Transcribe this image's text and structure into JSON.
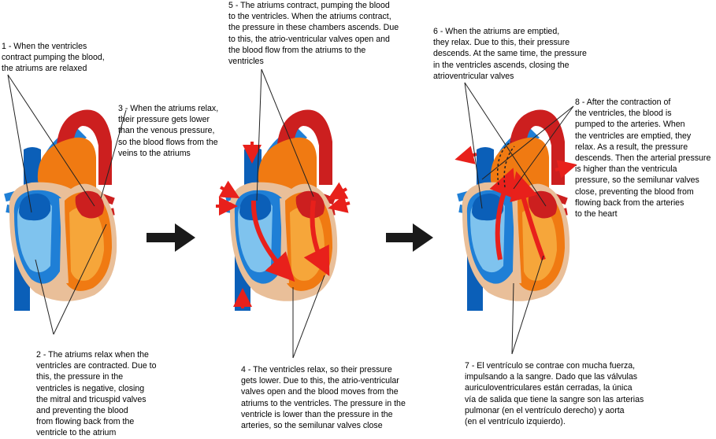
{
  "labels": {
    "l1": "1 - When the ventricles\ncontract pumping the blood,\nthe atriums are relaxed",
    "l2": "2 - The atriums relax when the\nventricles are contracted. Due to\nthis, the pressure in the\nventricles is negative, closing\nthe mitral and tricuspid valves\nand preventing the blood\nfrom flowing back from the\nventricle to the atrium",
    "l3": "3 - When the atriums relax,\ntheir pressure gets lower\nthan the venous pressure,\nso the blood flows from the\nveins to the atriums",
    "l4": "4 - The ventricles relax, so their pressure\ngets lower. Due to this, the atrio-ventricular\nvalves open and the blood moves from the\natriums to the ventricles. The pressure in the\nventricle is lower than the pressure in the\narteries, so the semilunar valves close",
    "l5": "5 - The atriums contract, pumping the blood\nto the ventricles. When the atriums contract,\nthe pressure in these chambers ascends. Due\nto this, the atrio-ventricular valves open and\nthe blood flow from the atriums to the\nventricles",
    "l6": "6 - When the atriums are emptied,\nthey relax. Due to this, their pressure\ndescends. At the same time, the pressure\nin the ventricles ascends, closing the\natrioventricular valves",
    "l7": "7 - El ventrículo se contrae con mucha fuerza,\nimpulsando a la sangre. Dado que las válvulas\nauriculoventriculares están cerradas, la única\nvía de salida que tiene la sangre son las arterias\npulmonar (en el ventrículo derecho) y aorta\n(en el ventrículo izquierdo).",
    "l8": "8 - After the contraction of\nthe ventricles, the blood is\npumped to the arteries. When\nthe ventricles are emptied, they\nrelax. As a result, the pressure\ndescends. Then the arterial pressure\nis higher than the ventricula\npressure, so the semilunar valves\nclose, preventing the blood from\nflowing back from the arteries\nto the heart"
  },
  "colors": {
    "blue_dark": "#0b5fb8",
    "blue_mid": "#1f7fd6",
    "blue_light": "#7fc3ee",
    "red": "#cc1f1f",
    "orange": "#f07a12",
    "orange_light": "#f6a63a",
    "skin": "#e9bf99",
    "arrow_red": "#e8201b",
    "arrow_black": "#1a1a1a"
  }
}
